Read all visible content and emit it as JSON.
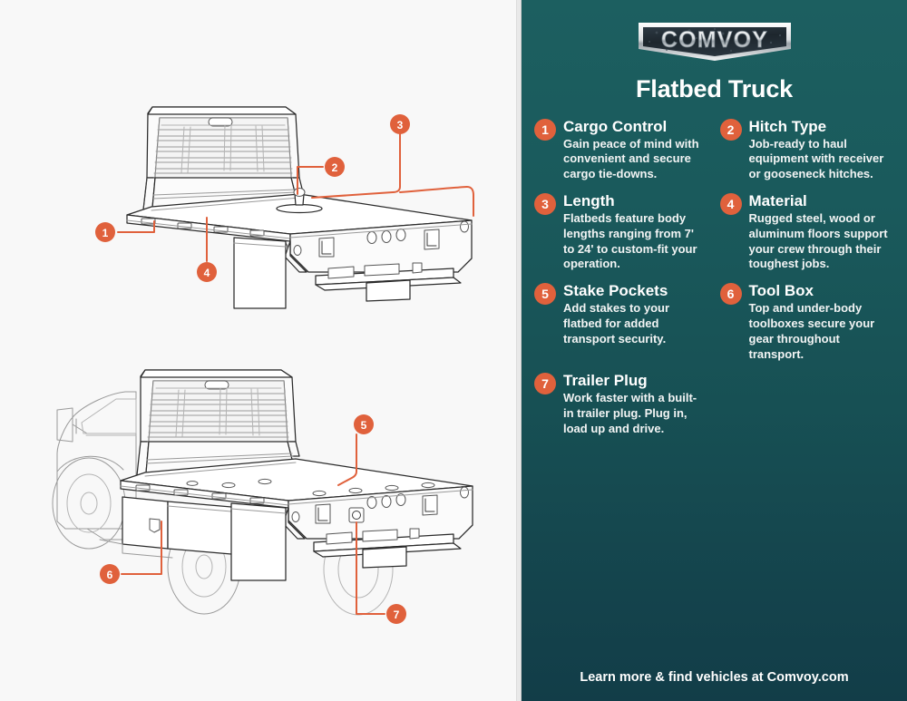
{
  "brand": {
    "logo_text": "COMVOY",
    "accent_color": "#e0613c",
    "panel_top_color": "#1c5f60",
    "panel_bottom_color": "#123d48",
    "logo_badge_color": "#222c33"
  },
  "header": {
    "title": "Flatbed Truck"
  },
  "features": [
    {
      "number": "1",
      "title": "Cargo Control",
      "desc": "Gain peace of mind with convenient and secure cargo tie-downs."
    },
    {
      "number": "2",
      "title": "Hitch Type",
      "desc": "Job-ready to haul equipment with receiver or gooseneck hitches."
    },
    {
      "number": "3",
      "title": "Length",
      "desc": "Flatbeds feature body lengths ranging from 7' to 24' to custom-fit your operation."
    },
    {
      "number": "4",
      "title": "Material",
      "desc": "Rugged steel, wood or aluminum floors support your crew through their toughest jobs."
    },
    {
      "number": "5",
      "title": "Stake Pockets",
      "desc": "Add stakes to your flatbed for added transport security."
    },
    {
      "number": "6",
      "title": "Tool Box",
      "desc": "Top and under-body toolboxes secure your gear throughout transport."
    },
    {
      "number": "7",
      "title": "Trailer Plug",
      "desc": "Work faster with a built-in trailer plug. Plug in, load up and drive."
    }
  ],
  "footer": {
    "text": "Learn more & find vehicles at Comvoy.com"
  },
  "diagram": {
    "top_view_label": "flatbed-body-rear-three-quarter",
    "bottom_view_label": "flatbed-truck-rear-three-quarter",
    "callouts": [
      {
        "number": "1",
        "target": "cargo-control-tie-down-rail"
      },
      {
        "number": "2",
        "target": "gooseneck-hitch-ball"
      },
      {
        "number": "3",
        "target": "bed-length-edge"
      },
      {
        "number": "4",
        "target": "bed-floor-material"
      },
      {
        "number": "5",
        "target": "stake-pocket"
      },
      {
        "number": "6",
        "target": "under-body-tool-box"
      },
      {
        "number": "7",
        "target": "trailer-plug"
      }
    ]
  }
}
